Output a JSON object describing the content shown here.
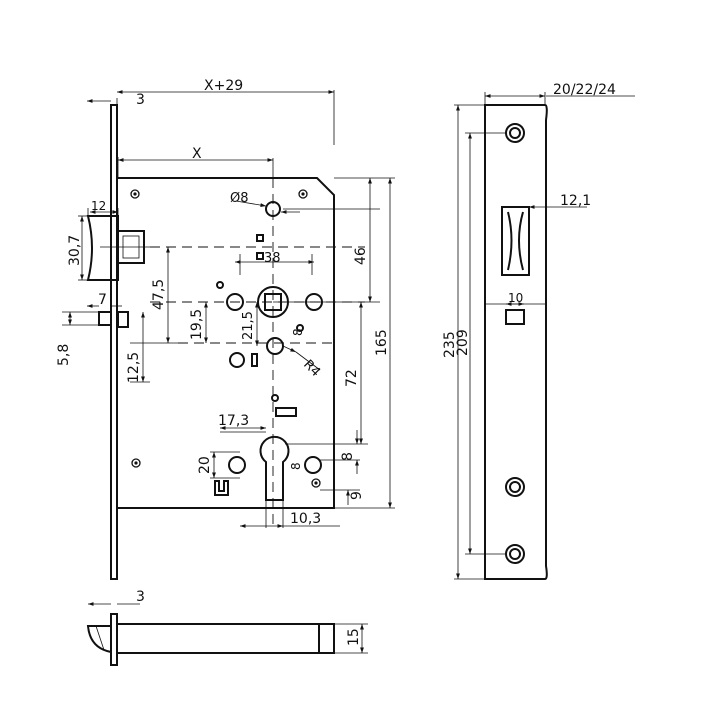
{
  "dimensions": {
    "front_thickness_top": "3",
    "backset_total": "X+29",
    "backset": "X",
    "latch_height": "12",
    "latch_length": "30,7",
    "deadbolt_projection": "7",
    "deadbolt_offset": "5,8",
    "spindle_to_latch": "47,5",
    "bolt_to_spindle": "12,5",
    "hole_diameter": "Ø8",
    "small_hole": "8",
    "hole_spacing": "38",
    "spindle_top": "46",
    "spindle_offset_a": "19,5",
    "spindle_offset_b": "21,5",
    "radius": "R4",
    "spindle_to_cylinder": "72",
    "body_height": "165",
    "cylinder_offset": "17,3",
    "cylinder_side": "20",
    "cylinder_width": "10,3",
    "cylinder_lower": "8",
    "cylinder_bottom": "9",
    "faceplate_width": "20/22/24",
    "strike_width": "12,1",
    "latch_window": "10",
    "faceplate_length": "235",
    "screw_spacing": "209",
    "bottom_thickness": "3",
    "body_depth": "15"
  }
}
